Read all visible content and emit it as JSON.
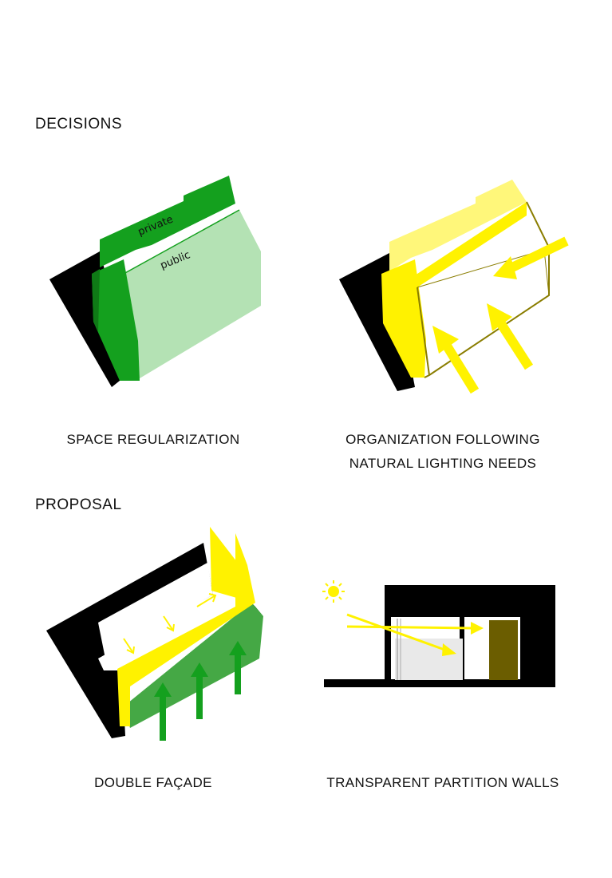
{
  "sections": {
    "decisions": "DECISIONS",
    "proposal": "PROPOSAL"
  },
  "diagrams": {
    "space_regularization": {
      "caption": "SPACE REGULARIZATION",
      "label_private": "private",
      "label_public": "public"
    },
    "organization_lighting": {
      "caption_line1": "ORGANIZATION FOLLOWING",
      "caption_line2": "NATURAL LIGHTING NEEDS"
    },
    "double_facade": {
      "caption": "DOUBLE FAÇADE"
    },
    "transparent_partition": {
      "caption": "TRANSPARENT PARTITION WALLS"
    }
  },
  "colors": {
    "green_dark": "#14a01e",
    "green_light": "#b4e2b4",
    "green_mid": "#45a845",
    "yellow": "#fff200",
    "yellow_pale": "#fff77a",
    "olive": "#6b5d00",
    "black": "#000000",
    "gray": "#e9e9e9"
  }
}
